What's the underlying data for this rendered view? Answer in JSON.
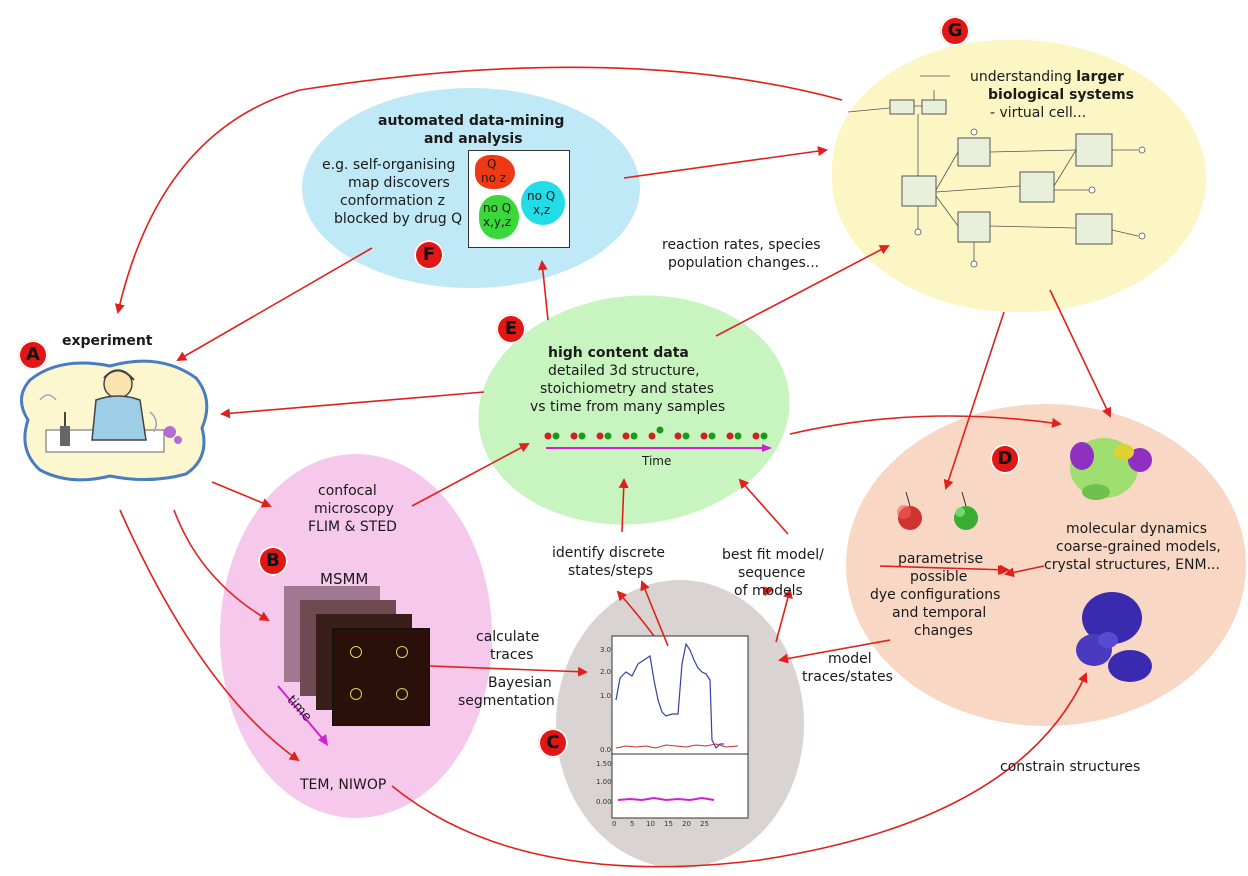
{
  "badges": {
    "a": "A",
    "b": "B",
    "c": "C",
    "d": "D",
    "e": "E",
    "f": "F",
    "g": "G"
  },
  "experiment": {
    "label": "experiment"
  },
  "data_mining": {
    "title_line1": "automated data-mining",
    "title_line2": "and analysis",
    "text_line1": "e.g. self-organising",
    "text_line2": "map discovers",
    "text_line3": "conformation z",
    "text_line4": "blocked by drug Q",
    "som_red_1": "Q",
    "som_red_2": "no z",
    "som_cyan_1": "no Q",
    "som_cyan_2": "x,z",
    "som_green_1": "no Q",
    "som_green_2": "x,y,z"
  },
  "systems": {
    "line1_pre": "understanding ",
    "line1_bold": "larger",
    "line2_bold": "biological systems",
    "line3": "- virtual cell..."
  },
  "high_content": {
    "title": "high content data",
    "line1": "detailed 3d structure,",
    "line2": "stoichiometry and states",
    "line3": "vs time from many samples",
    "time_label": "Time"
  },
  "reaction": {
    "line1": "reaction rates, species",
    "line2": "population changes..."
  },
  "confocal": {
    "line1": "confocal",
    "line2": "microscopy",
    "line3": "FLIM & STED"
  },
  "msmm": {
    "label": "MSMM",
    "time_label": "time"
  },
  "tem": {
    "label": "TEM, NIWOP"
  },
  "calculate": {
    "line1": "calculate",
    "line2": "traces"
  },
  "bayesian": {
    "line1": "Bayesian",
    "line2": "segmentation"
  },
  "identify": {
    "line1": "identify discrete",
    "line2": "states/steps"
  },
  "bestfit": {
    "line1": "best fit model/",
    "line2": "sequence",
    "line3": "of models"
  },
  "model_traces": {
    "line1": "model",
    "line2": "traces/states"
  },
  "constrain": {
    "label": "constrain structures"
  },
  "parametrise": {
    "line1": "parametrise",
    "line2": "possible",
    "line3": "dye configurations",
    "line4": "and temporal",
    "line5": "changes"
  },
  "md": {
    "line1": "molecular dynamics",
    "line2": "coarse-grained models,",
    "line3": "crystal structures, ENM..."
  },
  "colors": {
    "arrow": "#e0201c",
    "blue_blob": "#bfe9f6",
    "yellow_blob": "#fbf6c4",
    "green_blob": "#c8f4c0",
    "pink_blob": "#f6c8ec",
    "peach_blob": "#f8d8c4",
    "grey_blob": "#d9d4d2",
    "badge": "#e31616"
  }
}
